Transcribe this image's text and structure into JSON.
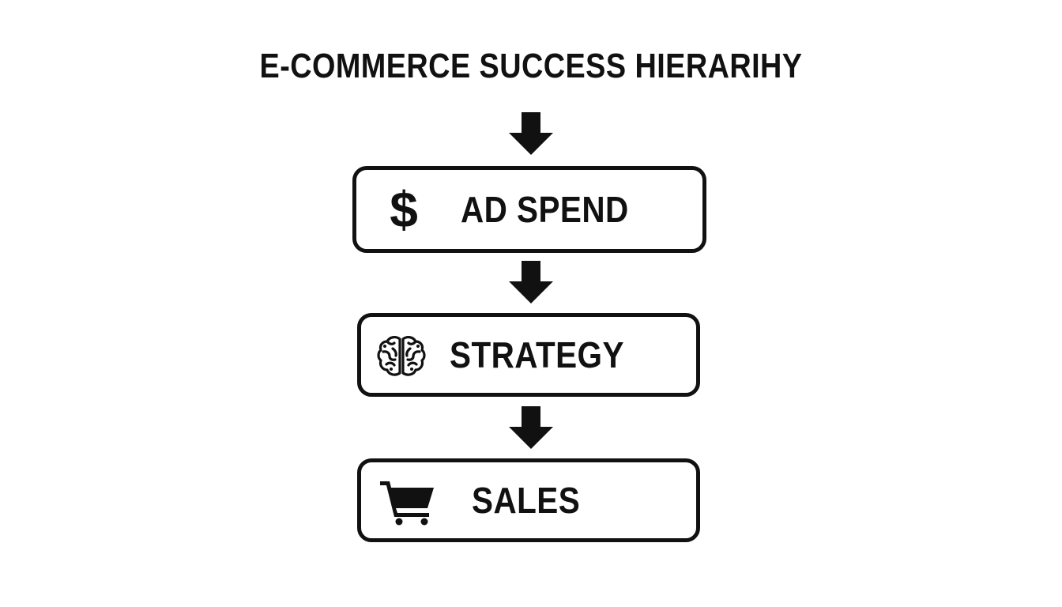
{
  "diagram": {
    "title": "E-COMMERCE SUCCESS HIERARIHY",
    "steps": [
      {
        "label": "AD SPEND",
        "icon": "dollar-icon",
        "icon_glyph": "$"
      },
      {
        "label": "STRATEGY",
        "icon": "brain-icon"
      },
      {
        "label": "SALES",
        "icon": "shopping-cart-icon"
      }
    ],
    "colors": {
      "stroke": "#111111",
      "background": "#ffffff"
    }
  }
}
